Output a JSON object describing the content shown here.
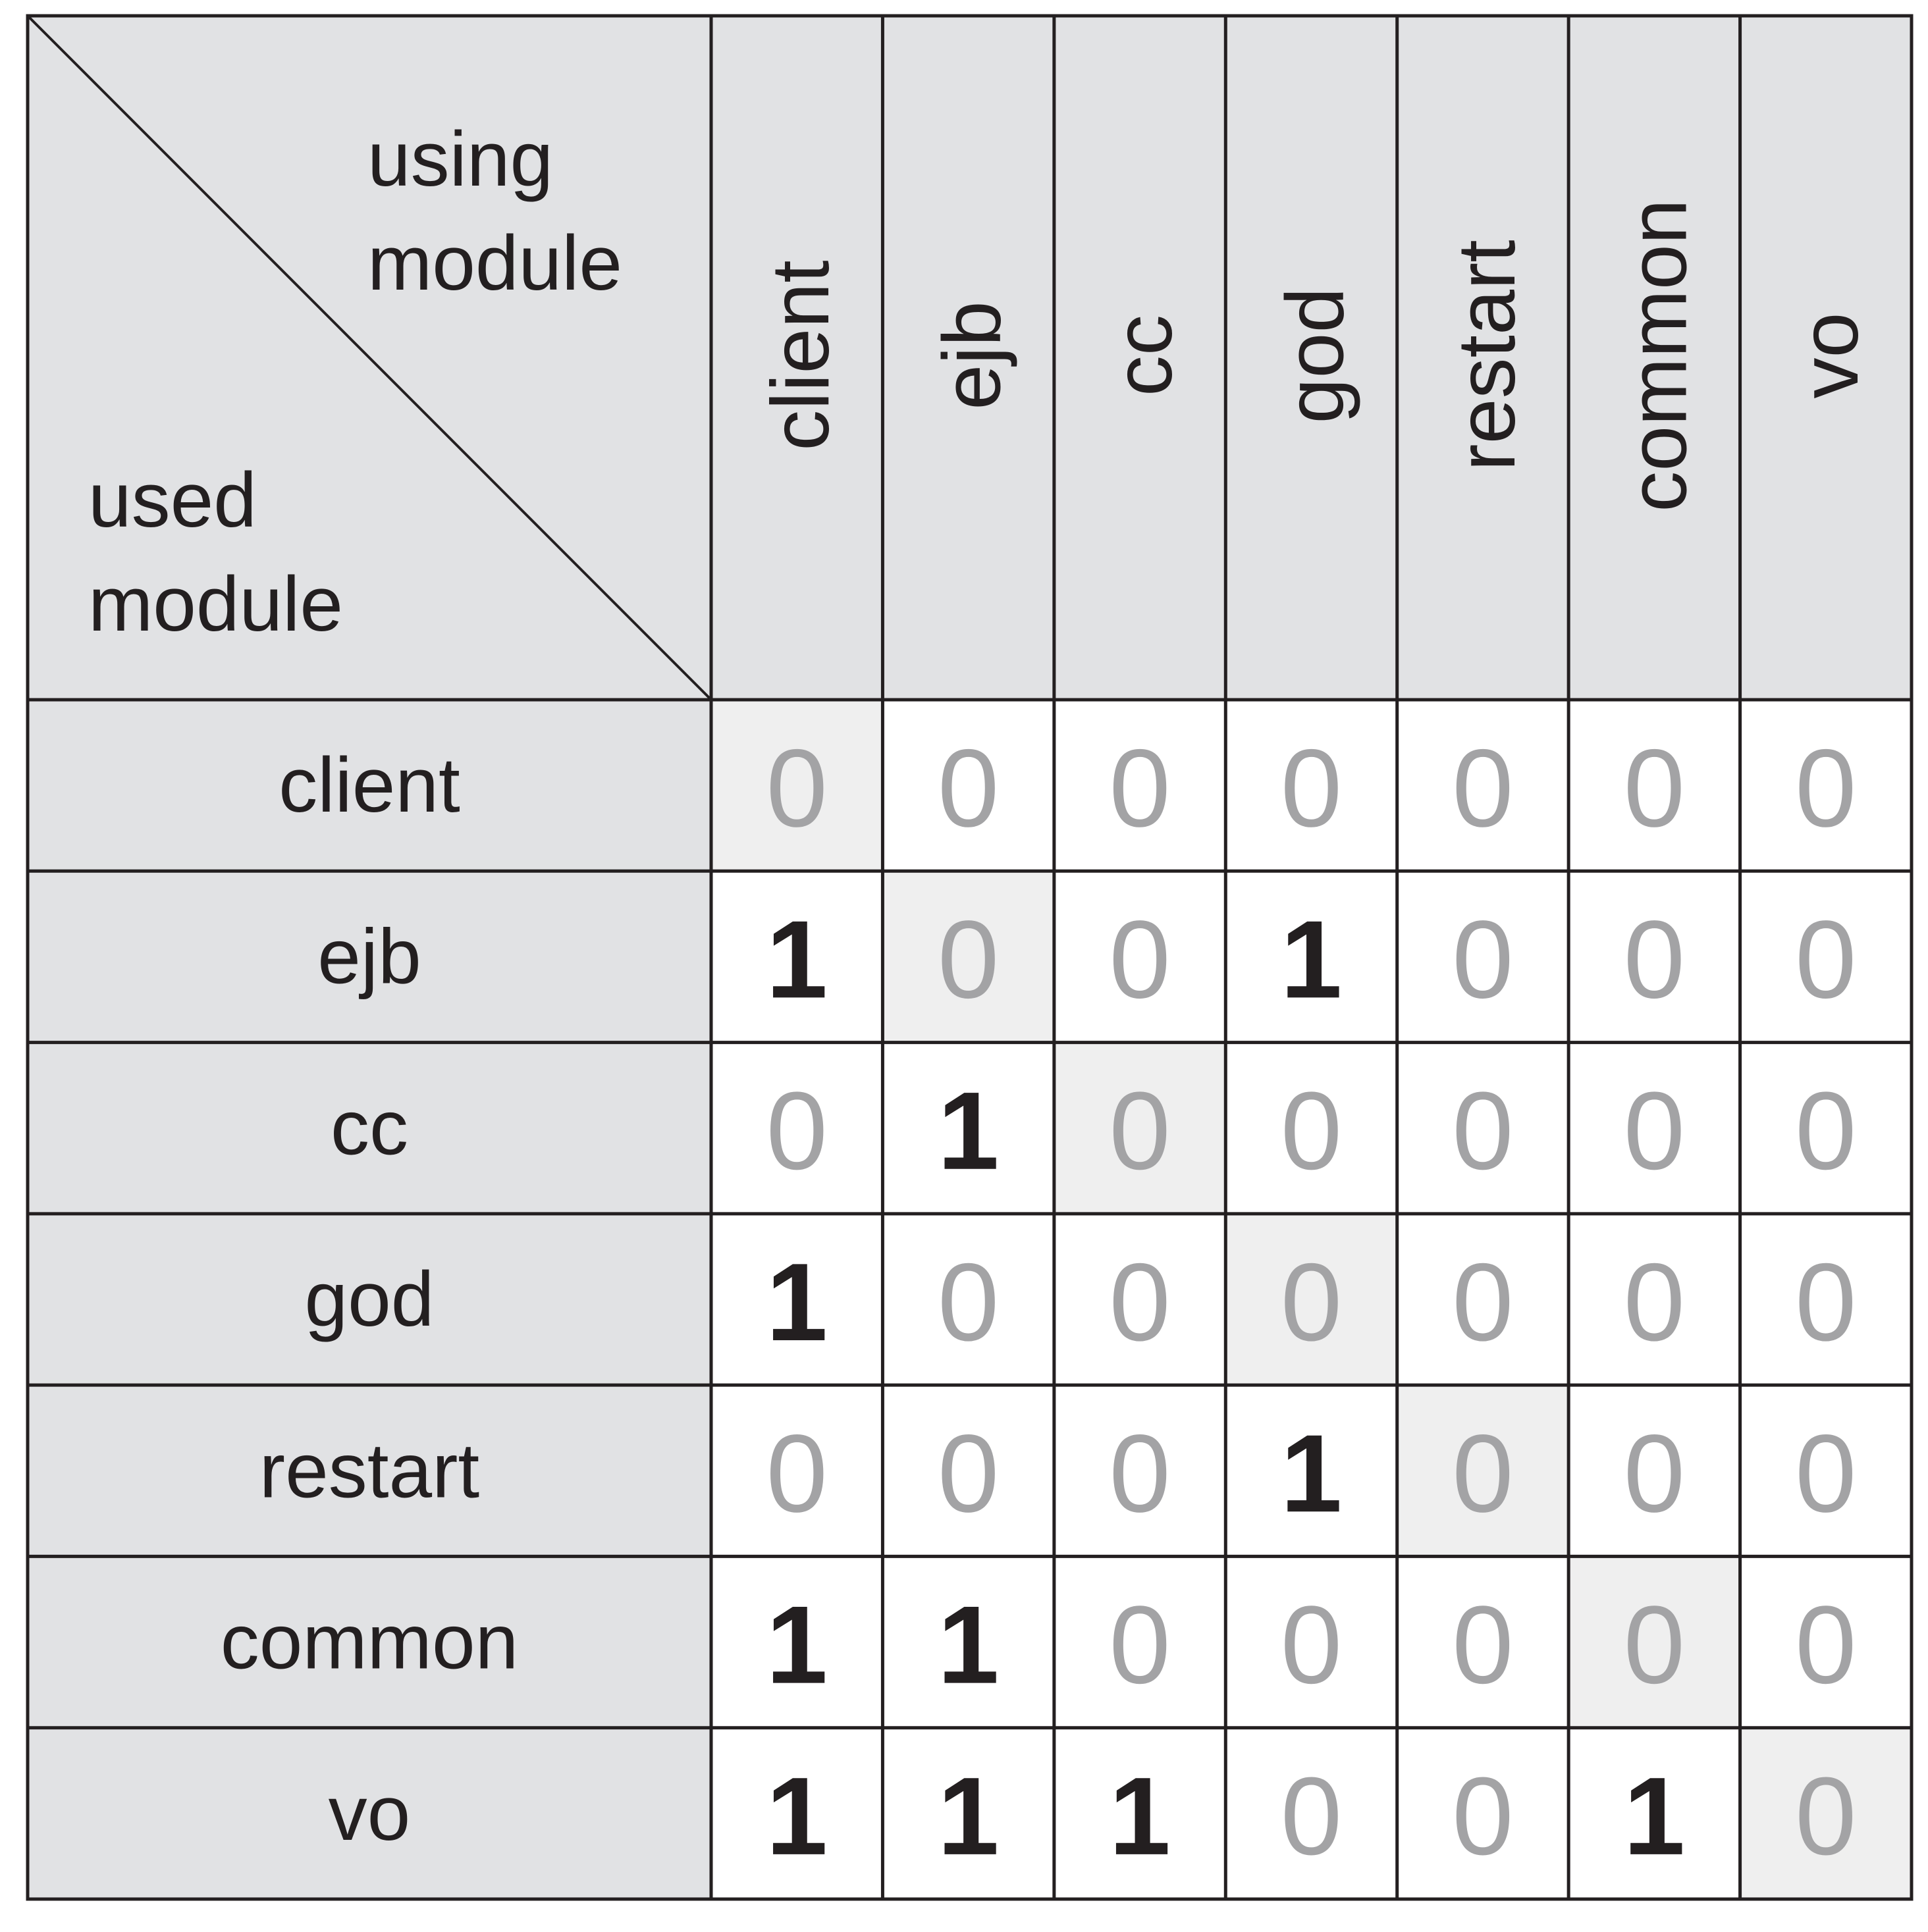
{
  "corner": {
    "using_line1": "using",
    "using_line2": "module",
    "used_line1": "used",
    "used_line2": "module"
  },
  "columns": [
    "client",
    "ejb",
    "cc",
    "god",
    "restart",
    "common",
    "vo"
  ],
  "rows": [
    {
      "label": "client",
      "values": [
        "0",
        "0",
        "0",
        "0",
        "0",
        "0",
        "0"
      ]
    },
    {
      "label": "ejb",
      "values": [
        "1",
        "0",
        "0",
        "1",
        "0",
        "0",
        "0"
      ]
    },
    {
      "label": "cc",
      "values": [
        "0",
        "1",
        "0",
        "0",
        "0",
        "0",
        "0"
      ]
    },
    {
      "label": "god",
      "values": [
        "1",
        "0",
        "0",
        "0",
        "0",
        "0",
        "0"
      ]
    },
    {
      "label": "restart",
      "values": [
        "0",
        "0",
        "0",
        "1",
        "0",
        "0",
        "0"
      ]
    },
    {
      "label": "common",
      "values": [
        "1",
        "1",
        "0",
        "0",
        "0",
        "0",
        "0"
      ]
    },
    {
      "label": "vo",
      "values": [
        "1",
        "1",
        "1",
        "0",
        "0",
        "1",
        "0"
      ]
    }
  ],
  "colors": {
    "header_background": "#e1e2e4",
    "diagonal_background": "#efefef",
    "one_text": "#231f20",
    "zero_text": "#a3a3a5",
    "grid": "#231f20"
  }
}
